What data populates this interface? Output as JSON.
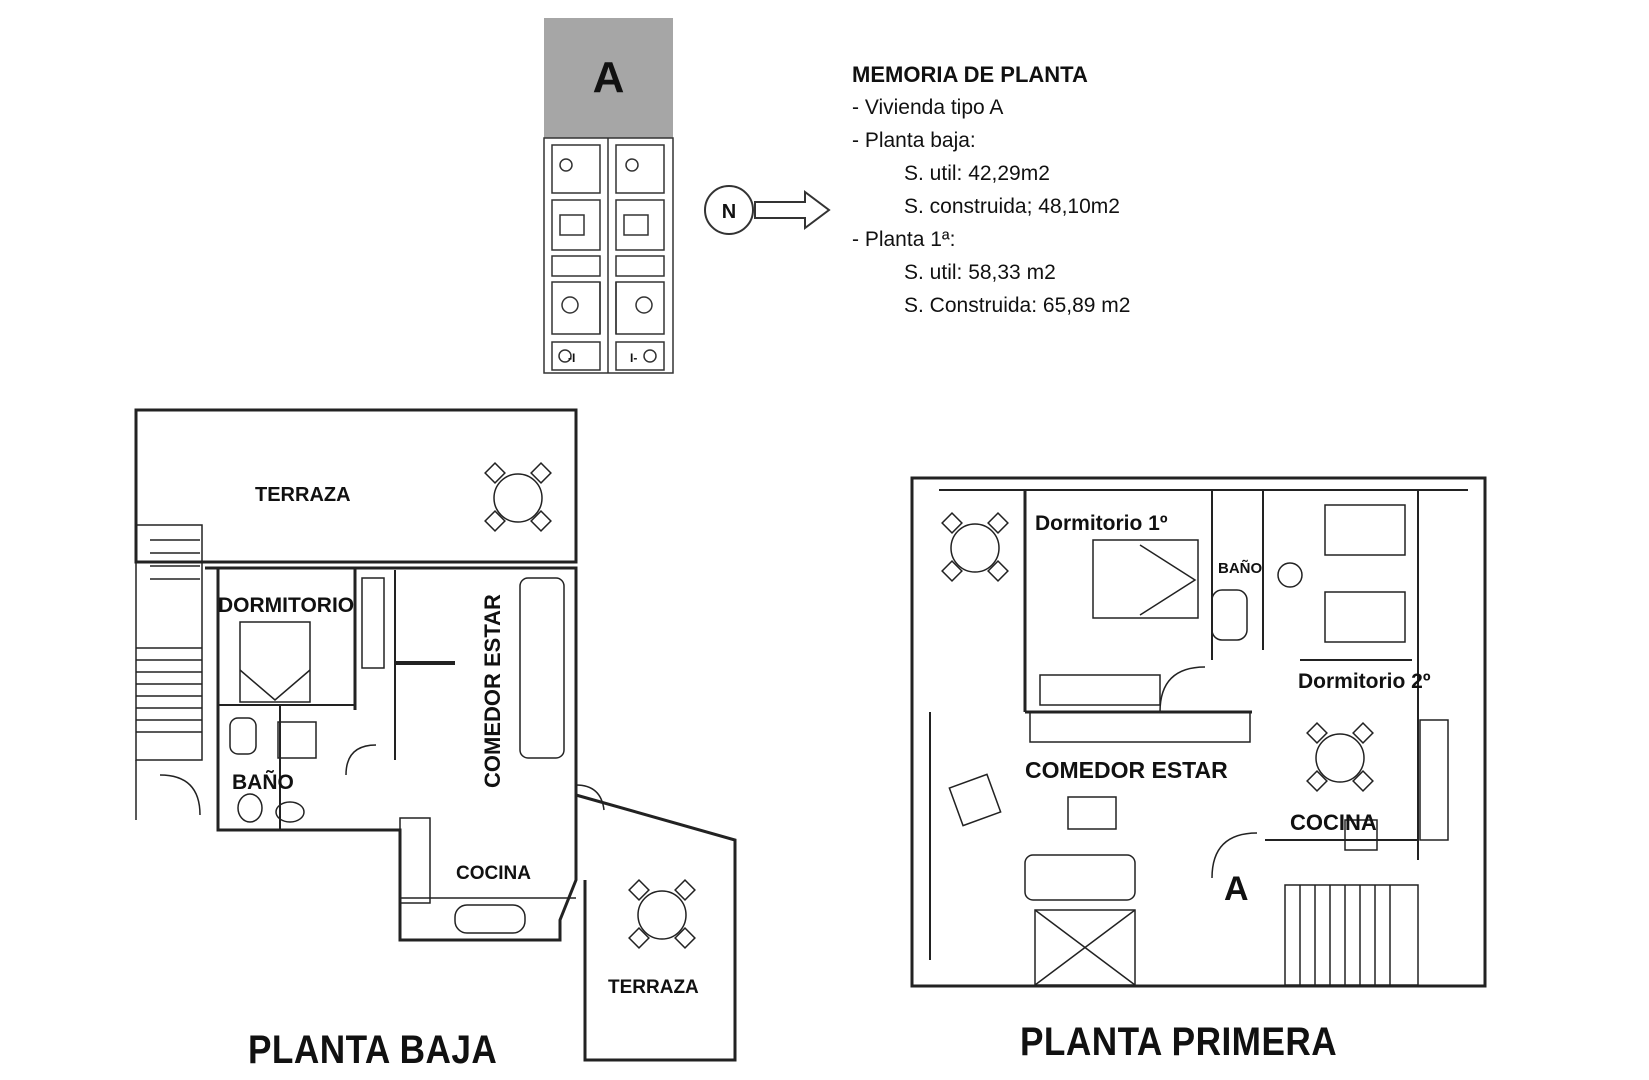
{
  "keyplan": {
    "tag": "A",
    "left_unit": "-I",
    "right_unit": "I-"
  },
  "north": {
    "label": "N"
  },
  "memoria": {
    "title": "MEMORIA DE PLANTA",
    "vivienda": "- Vivienda tipo A",
    "planta_baja": "- Planta baja:",
    "pb_util": "S. util: 42,29m2",
    "pb_construida": "S. construida; 48,10m2",
    "planta_1": "- Planta 1ª:",
    "p1_util": "S. util:  58,33 m2",
    "p1_construida": "S. Construida:  65,89 m2"
  },
  "planta_baja": {
    "title": "PLANTA BAJA",
    "rooms": {
      "terraza_top": "TERRAZA",
      "dormitorio": "DORMITORIO",
      "bano": "BAÑO",
      "comedor_estar": "COMEDOR ESTAR",
      "cocina": "COCINA",
      "terraza_bottom": "TERRAZA"
    }
  },
  "planta_primera": {
    "title": "PLANTA PRIMERA",
    "rooms": {
      "dormitorio_1": "Dormitorio 1º",
      "bano": "BAÑO",
      "dormitorio_2": "Dormitorio 2º",
      "comedor_estar": "COMEDOR ESTAR",
      "cocina": "COCINA",
      "entrada": "A"
    }
  }
}
